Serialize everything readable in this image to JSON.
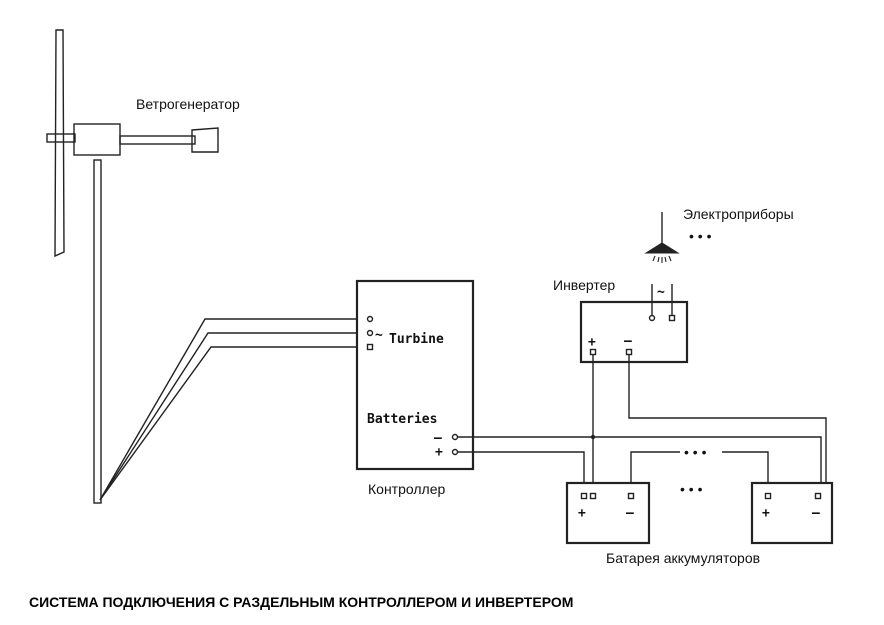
{
  "labels": {
    "wind_generator": "Ветрогенератор",
    "appliances": "Электроприборы",
    "inverter": "Инвертер",
    "controller": "Контроллер",
    "battery_bank": "Батарея аккумуляторов",
    "turbine_terminal": "Turbine",
    "batteries_terminal": "Batteries",
    "ac_symbol": "~",
    "ellipsis": "• • •",
    "plus": "+",
    "minus": "–"
  },
  "caption": "СИСТЕМА ПОДКЛЮЧЕНИЯ С РАЗДЕЛЬНЫМ КОНТРОЛЛЕРОМ И ИНВЕРТЕРОМ",
  "colors": {
    "line": "#222222",
    "background": "#ffffff"
  }
}
